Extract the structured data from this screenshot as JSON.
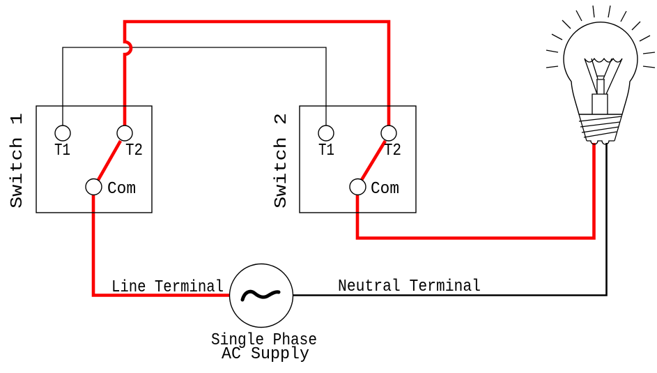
{
  "colors": {
    "background": "#ffffff",
    "wire_live": "#fa0000",
    "wire_neutral": "#000000",
    "wire_traveler": "#000000",
    "outline": "#000000"
  },
  "switches": [
    {
      "name": "Switch 1",
      "terminals": {
        "t1": "T1",
        "t2": "T2",
        "com": "Com"
      }
    },
    {
      "name": "Switch 2",
      "terminals": {
        "t1": "T1",
        "t2": "T2",
        "com": "Com"
      }
    }
  ],
  "wiring": {
    "line_label": "Line Terminal",
    "neutral_label": "Neutral Terminal"
  },
  "supply": {
    "label_line1": "Single Phase",
    "label_line2": "AC Supply",
    "symbol": "~"
  }
}
